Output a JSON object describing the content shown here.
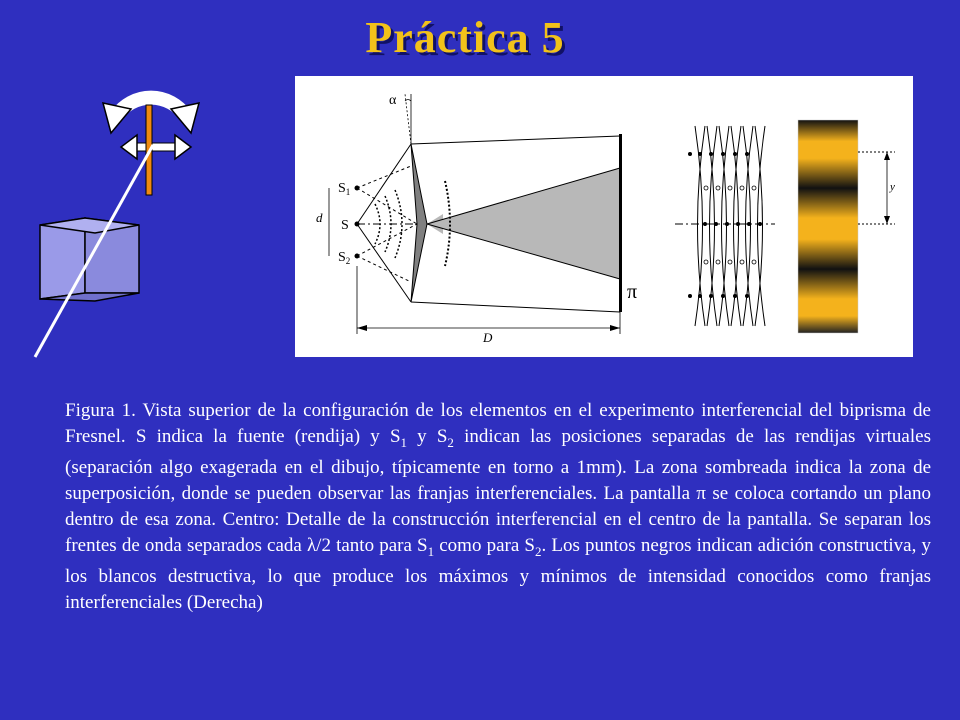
{
  "title": "Práctica 5",
  "figure": {
    "labels": {
      "alpha": "α",
      "s1": "S",
      "s1_sub": "1",
      "s": "S",
      "s2": "S",
      "s2_sub": "2",
      "d": "d",
      "D": "D",
      "pi": "π",
      "y": "y"
    }
  },
  "caption": {
    "p1": "Figura 1. Vista superior de la configuración de los elementos en el experimento interferencial del biprisma de Fresnel. S indica la fuente (rendija) y S",
    "sub1": "1",
    "p2": " y S",
    "sub2": "2",
    "p3": " indican las posiciones separadas de las rendijas virtuales (separación algo exagerada en el dibujo, típicamente en torno a 1mm). La zona sombreada indica la zona de superposición, donde se pueden observar las franjas interferenciales. La pantalla ",
    "pi": "π",
    "p4": " se coloca cortando un plano dentro de esa zona. Centro: Detalle de la construcción interferencial en el centro de la pantalla. Se separan los frentes de onda separados cada ",
    "lambda": "λ",
    "p5": "/2 tanto para S",
    "sub3": "1",
    "p6": " como para S",
    "sub4": "2",
    "p7": ". Los puntos negros indican adición constructiva, y los blancos destructiva, lo que produce los máximos y mínimos de intensidad conocidos como franjas interferenciales (Derecha)"
  },
  "colors": {
    "background": "#2f2fbf",
    "title": "#f2c21a",
    "fringe_light": "#f4b21c",
    "fringe_dark": "#111111"
  }
}
